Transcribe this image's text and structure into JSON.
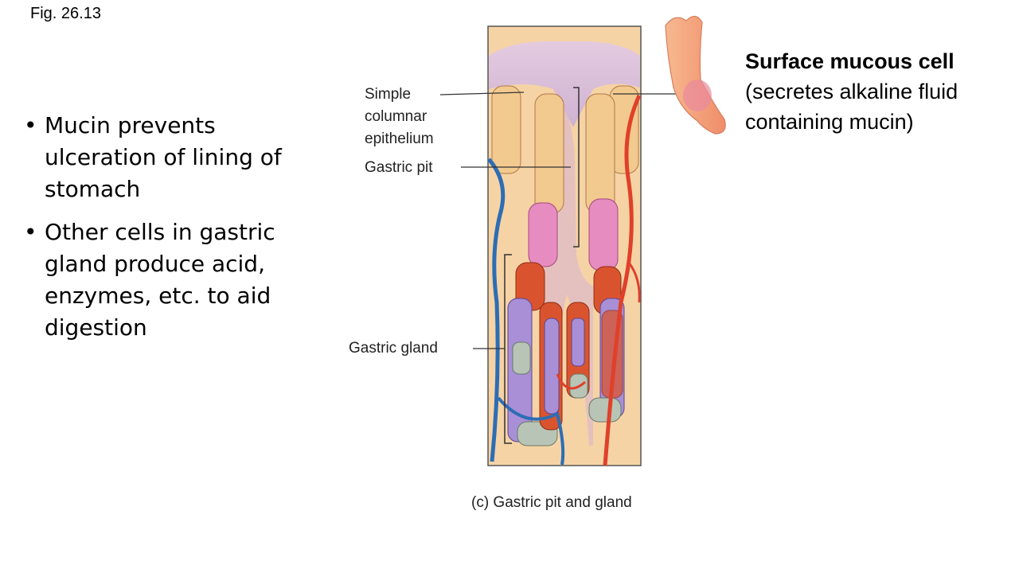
{
  "slide": {
    "fig_label": "Fig. 26.13",
    "bullets": [
      "Mucin prevents ulceration of lining of stomach",
      "Other cells in gastric gland produce acid, enzymes, etc. to aid digestion"
    ]
  },
  "figure": {
    "labels": {
      "simple_columnar_1": "Simple",
      "simple_columnar_2": "columnar",
      "simple_columnar_3": "epithelium",
      "gastric_pit": "Gastric pit",
      "gastric_gland": "Gastric gland"
    },
    "callout": {
      "title": "Surface mucous cell",
      "line1": "(secretes alkaline fluid",
      "line2": "containing mucin)"
    },
    "caption": "(c) Gastric pit and gland",
    "colors": {
      "tissue": "#f6d3a5",
      "mucosa_top": "#d9c2d9",
      "surface_cells": "#f2c98e",
      "mucous_neck_cells": "#e68cc0",
      "parietal_cells": "#d9542e",
      "chief_cells": "#a88fd6",
      "artery": "#e0402a",
      "vein": "#2d6db5"
    }
  }
}
